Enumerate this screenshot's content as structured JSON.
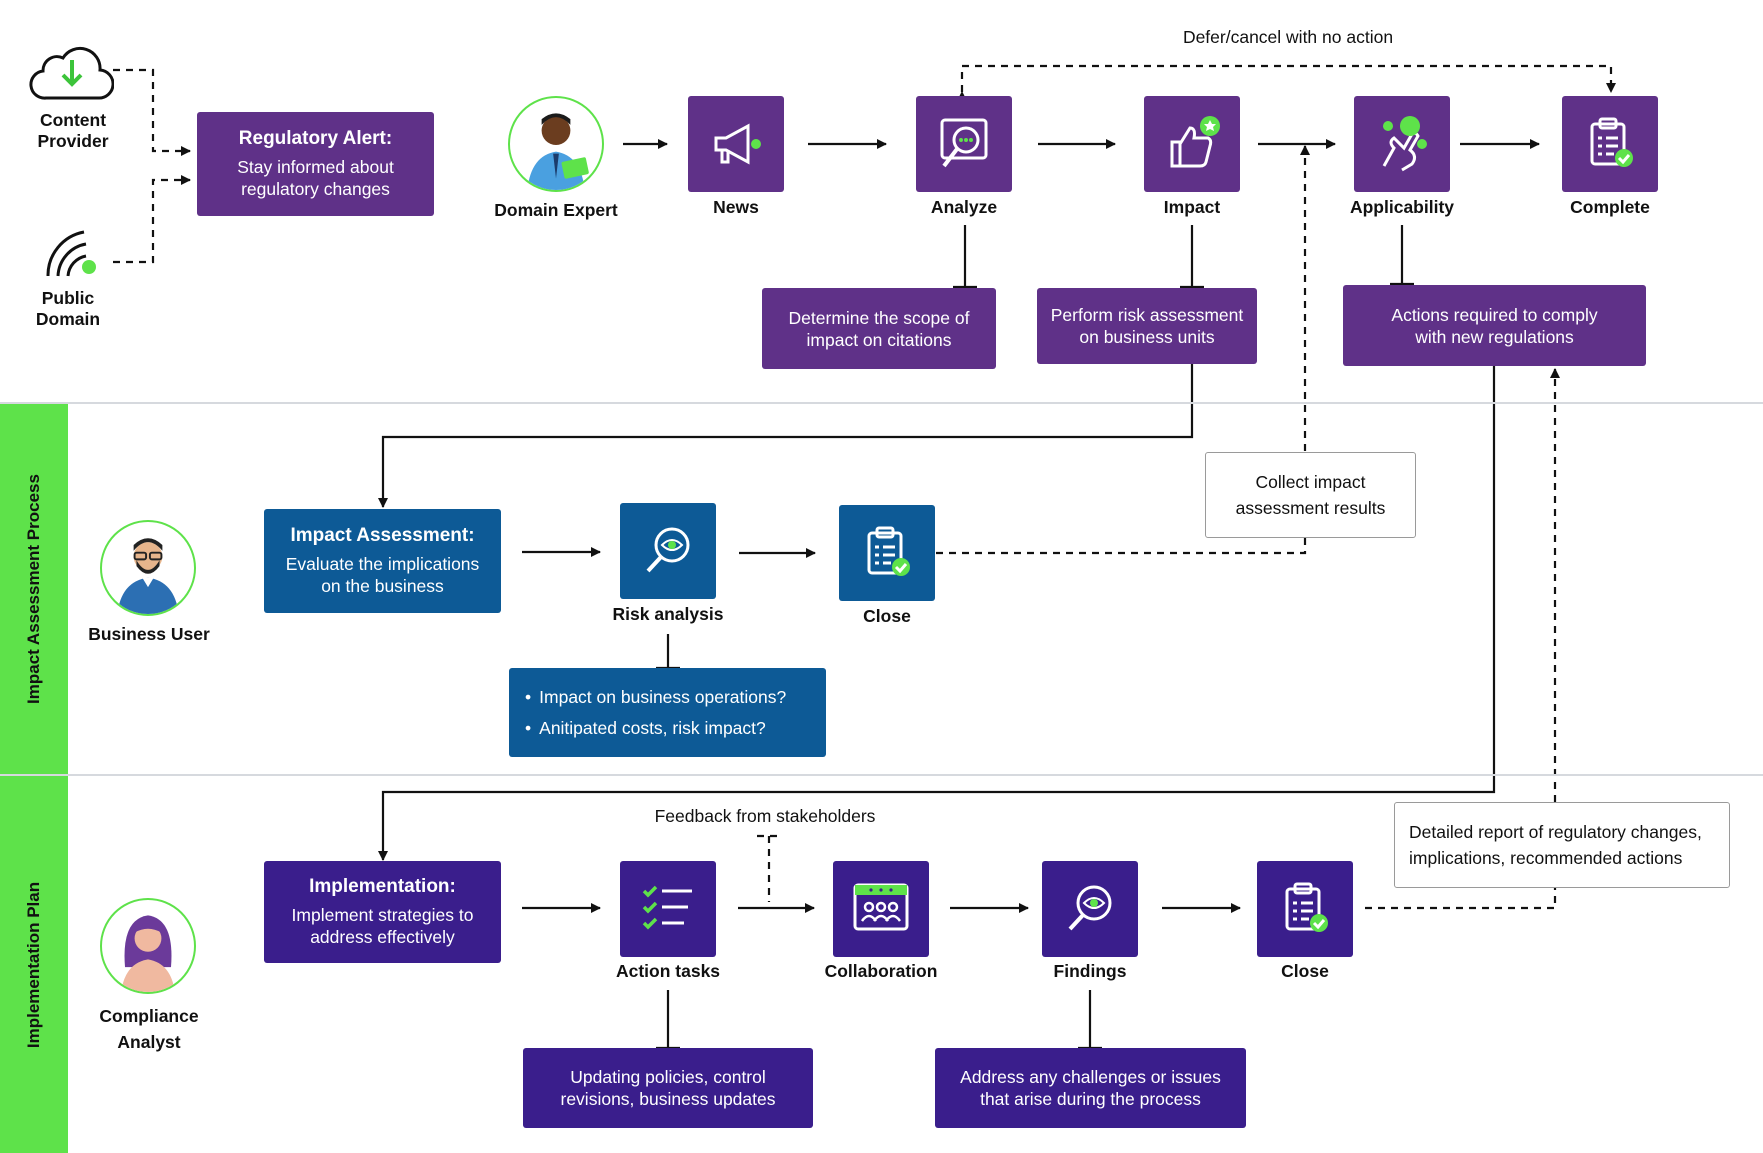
{
  "colors": {
    "purple": "#5f3188",
    "indigo": "#3a1e8c",
    "blue": "#0d5a96",
    "green": "#5ee24a"
  },
  "lanes": {
    "impact_process": "Impact Assessment Process",
    "implementation_plan": "Implementation Plan"
  },
  "sources": {
    "content_provider": "Content Provider",
    "public_domain": "Public Domain"
  },
  "actors": {
    "domain_expert": "Domain Expert",
    "business_user": "Business User",
    "compliance_analyst": "Compliance Analyst"
  },
  "alert": {
    "title": "Regulatory Alert:",
    "text": "Stay informed about regulatory changes"
  },
  "stage1": {
    "news": {
      "label": "News",
      "icon": "megaphone-icon"
    },
    "analyze": {
      "label": "Analyze",
      "icon": "magnify-chat-icon"
    },
    "impact": {
      "label": "Impact",
      "icon": "thumbs-up-star-icon"
    },
    "applicability": {
      "label": "Applicability",
      "icon": "hand-touch-icon"
    },
    "complete": {
      "label": "Complete",
      "icon": "clipboard-check-icon"
    },
    "defer_label": "Defer/cancel with no action",
    "analyze_note": "Determine the scope of impact on citations",
    "impact_note": "Perform risk assessment on business units",
    "applicability_note": "Actions required to comply with new regulations"
  },
  "stage2": {
    "title": "Impact Assessment:",
    "text": "Evaluate the implications on the business",
    "risk": {
      "label": "Risk analysis",
      "icon": "magnify-eye-icon"
    },
    "close": {
      "label": "Close",
      "icon": "clipboard-check-icon"
    },
    "risk_bullets": [
      "Impact on business operations?",
      "Anitipated costs, risk impact?"
    ],
    "collect_note": "Collect impact assessment results"
  },
  "stage3": {
    "title": "Implementation:",
    "text": "Implement strategies to address effectively",
    "tasks": {
      "label": "Action tasks",
      "icon": "checklist-icon"
    },
    "collab": {
      "label": "Collaboration",
      "icon": "team-screen-icon"
    },
    "findings": {
      "label": "Findings",
      "icon": "magnify-eye-icon"
    },
    "close": {
      "label": "Close",
      "icon": "clipboard-check-icon"
    },
    "feedback_label": "Feedback from stakeholders",
    "tasks_note": "Updating policies, control revisions, business updates",
    "findings_note": "Address any challenges or issues that arise during the process",
    "report_note": "Detailed report of regulatory changes, implications, recommended actions"
  }
}
